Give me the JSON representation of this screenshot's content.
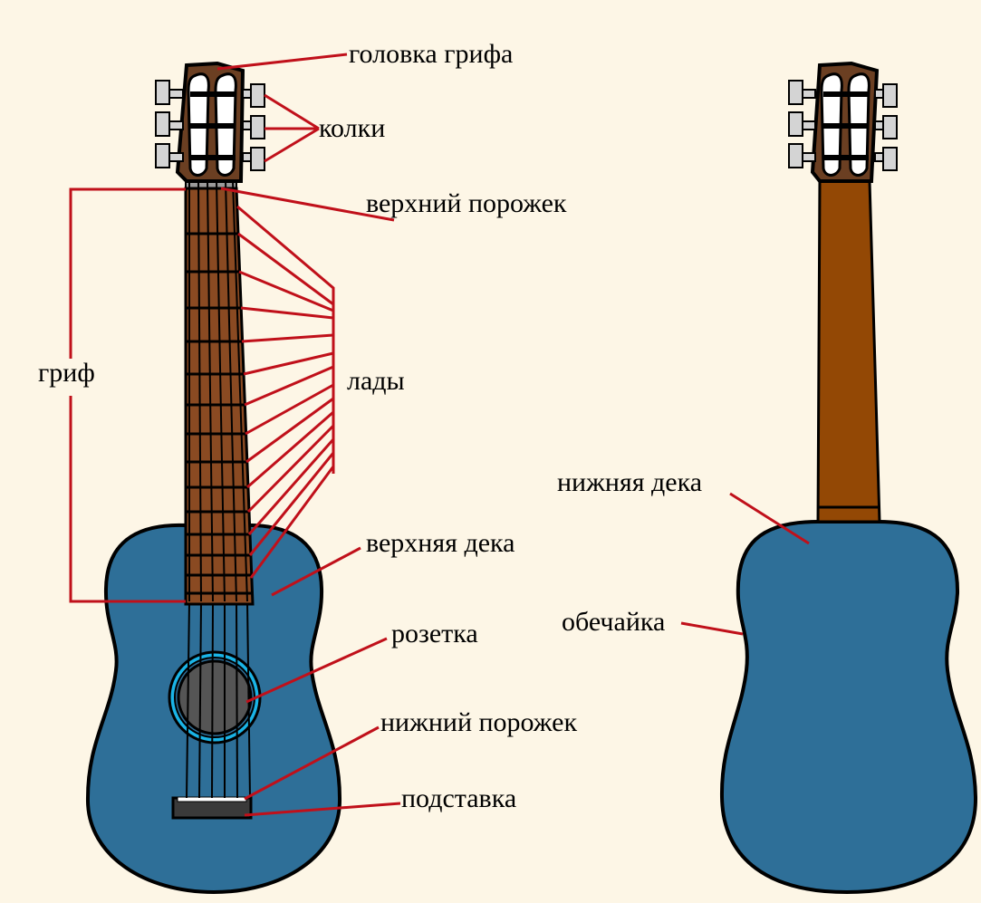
{
  "labels": {
    "headstock": "головка грифа",
    "tuning_pegs": "колки",
    "nut": "верхний порожек",
    "neck": "гриф",
    "frets": "лады",
    "top_soundboard": "верхняя дека",
    "rosette": "розетка",
    "saddle": "нижний порожек",
    "bridge": "подставка",
    "back": "нижняя дека",
    "sides": "обечайка"
  },
  "colors": {
    "background": "#fdf6e6",
    "body": "#2e6f98",
    "headstock": "#6b3f22",
    "fretboard": "#8a4a22",
    "back_neck": "#934805",
    "pegs": "#d4d4d4",
    "leader_lines": "#c0101a",
    "soundhole": "#555555",
    "rosette_ring": "#1ab4e6",
    "outline": "#000000"
  }
}
